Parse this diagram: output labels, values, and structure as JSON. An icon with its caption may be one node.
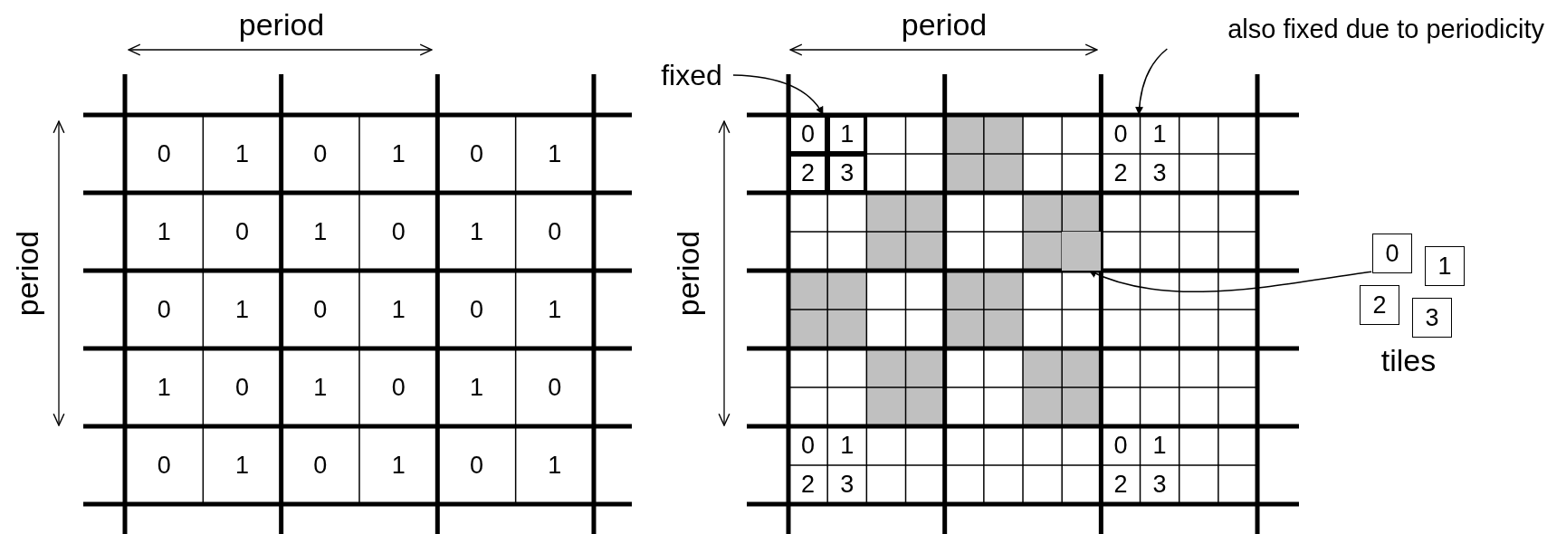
{
  "diagram": {
    "nodes": [
      {
        "text": [
          "0"
        ]
      },
      {
        "text": [
          "1"
        ]
      },
      {
        "text": [
          "0"
        ]
      },
      {
        "text": [
          "1"
        ]
      },
      {
        "text": [
          "0"
        ]
      },
      {
        "text": [
          "1"
        ]
      },
      {
        "text": [
          "1"
        ]
      },
      {
        "text": [
          "0"
        ]
      },
      {
        "text": [
          "1"
        ]
      },
      {
        "text": [
          "0"
        ]
      },
      {
        "text": [
          "1"
        ]
      },
      {
        "text": [
          "0"
        ]
      },
      {
        "text": [
          "0"
        ]
      },
      {
        "text": [
          "1"
        ]
      },
      {
        "text": [
          "0"
        ]
      },
      {
        "text": [
          "1"
        ]
      },
      {
        "text": [
          "0"
        ]
      },
      {
        "text": [
          "1"
        ]
      },
      {
        "text": [
          "1"
        ]
      },
      {
        "text": [
          "0"
        ]
      },
      {
        "text": [
          "1"
        ]
      },
      {
        "text": [
          "0"
        ]
      },
      {
        "text": [
          "1"
        ]
      },
      {
        "text": [
          "0"
        ]
      },
      {
        "text": [
          "0"
        ]
      },
      {
        "text": [
          "1"
        ]
      },
      {
        "text": [
          "0"
        ]
      },
      {
        "text": [
          "1"
        ]
      },
      {
        "text": [
          "0"
        ]
      },
      {
        "text": [
          "1"
        ]
      },
      {
        "text": [
          "fixed"
        ]
      },
      {
        "text": [
          "also fixed due to periodicity"
        ]
      },
      {
        "text": [
          "0"
        ]
      },
      {
        "text": [
          "1"
        ]
      },
      {
        "text": [
          "0"
        ]
      },
      {
        "text": [
          "1"
        ]
      },
      {
        "text": [
          "2"
        ]
      },
      {
        "text": [
          "3"
        ]
      },
      {
        "text": [
          "2"
        ]
      },
      {
        "text": [
          "3"
        ]
      },
      {
        "text": [],
        "shape": "box"
      },
      {
        "text": [
          "0"
        ]
      },
      {
        "text": [
          "1"
        ]
      },
      {
        "text": [
          "0"
        ]
      },
      {
        "text": [
          "1"
        ]
      },
      {
        "text": [
          "2"
        ]
      },
      {
        "text": [
          "3"
        ]
      },
      {
        "text": [
          "2"
        ]
      },
      {
        "text": [
          "3"
        ]
      },
      {
        "text": [
          "0"
        ]
      },
      {
        "text": [
          "1"
        ]
      },
      {
        "text": [
          "2"
        ]
      },
      {
        "text": [
          "3"
        ]
      }
    ],
    "edges": [
      {
        "from": 30,
        "to": 32,
        "arrow": "to"
      },
      {
        "from": 31,
        "to": 34,
        "arrow": "to"
      },
      {
        "from": 49,
        "to": 40,
        "arrow": "to"
      }
    ],
    "labels": [
      "period",
      "period",
      "period",
      "period",
      "tiles"
    ]
  }
}
